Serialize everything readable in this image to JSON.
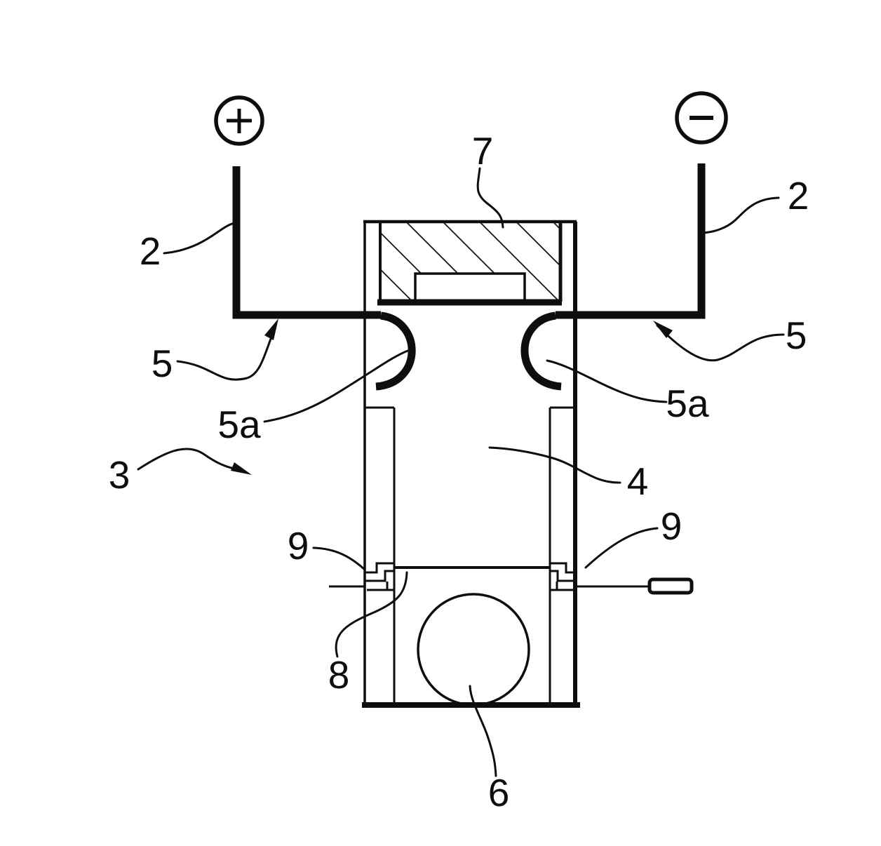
{
  "figure": {
    "kind": "patent-style cross-section line drawing",
    "colors": {
      "ink": "#0e0e0e",
      "paper": "#ffffff"
    },
    "terminals": {
      "positive_symbol": "+",
      "negative_symbol": "−"
    },
    "labels": {
      "n7": "7",
      "n2_left": "2",
      "n2_right": "2",
      "n5_left": "5",
      "n5_right": "5",
      "n5a_left": "5a",
      "n5a_right": "5a",
      "n3": "3",
      "n4": "4",
      "n9_left": "9",
      "n9_right": "9",
      "n8": "8",
      "n6": "6"
    }
  }
}
